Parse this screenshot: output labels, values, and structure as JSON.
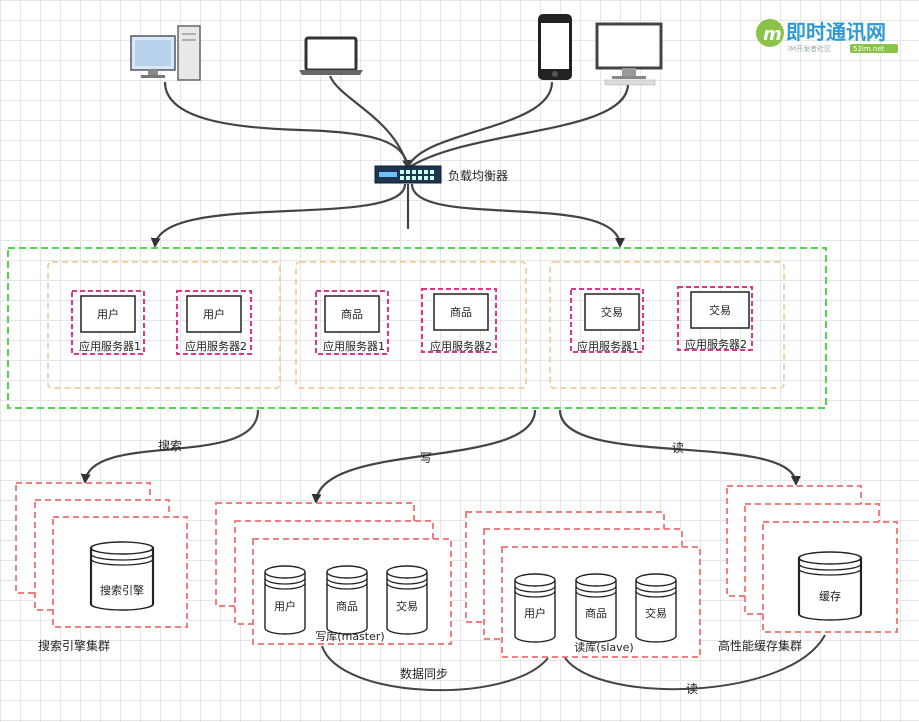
{
  "logo": {
    "mark": "m",
    "name": "即时通讯网",
    "sub": "IM开发者社区",
    "badge": "52im.net"
  },
  "load_balancer": {
    "label": "负载均衡器"
  },
  "app_groups": [
    {
      "servers": [
        {
          "module": "用户",
          "name": "应用服务器1"
        },
        {
          "module": "用户",
          "name": "应用服务器2"
        }
      ]
    },
    {
      "servers": [
        {
          "module": "商品",
          "name": "应用服务器1"
        },
        {
          "module": "商品",
          "name": "应用服务器2"
        }
      ]
    },
    {
      "servers": [
        {
          "module": "交易",
          "name": "应用服务器1"
        },
        {
          "module": "交易",
          "name": "应用服务器2"
        }
      ]
    }
  ],
  "edges": {
    "search": "搜索",
    "write": "写",
    "read": "读",
    "sync": "数据同步",
    "read2": "读"
  },
  "clusters": {
    "search": {
      "db": "搜索引擎",
      "label": "搜索引擎集群"
    },
    "master": {
      "dbs": [
        "用户",
        "商品",
        "交易"
      ],
      "label": "写库(master)"
    },
    "slave": {
      "dbs": [
        "用户",
        "商品",
        "交易"
      ],
      "label": "读库(slave)"
    },
    "cache": {
      "db": "缓存",
      "label": "高性能缓存集群"
    }
  },
  "colors": {
    "green": "#4cd94c",
    "orange": "#f4c48e",
    "magenta": "#e0358c",
    "red": "#f08080",
    "line": "#444444"
  }
}
